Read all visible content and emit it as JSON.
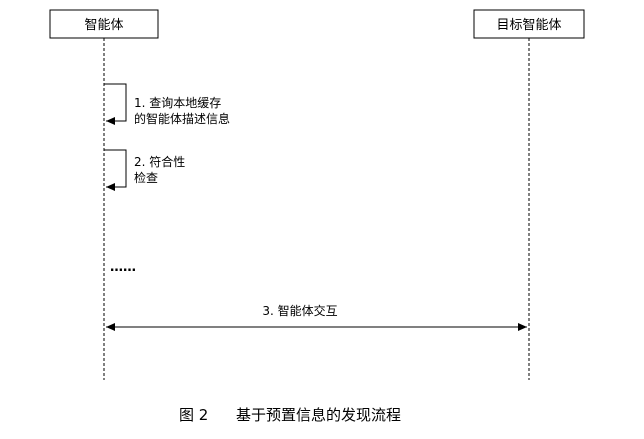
{
  "participants": {
    "left": "智能体",
    "right": "目标智能体"
  },
  "messages": {
    "m1_line1": "1. 查询本地缓存",
    "m1_line2": "的智能体描述信息",
    "m2_line1": "2. 符合性",
    "m2_line2": "检查",
    "continuation": "……",
    "m3": "3. 智能体交互"
  },
  "caption": {
    "figure": "图 2",
    "title": "基于预置信息的发现流程"
  }
}
